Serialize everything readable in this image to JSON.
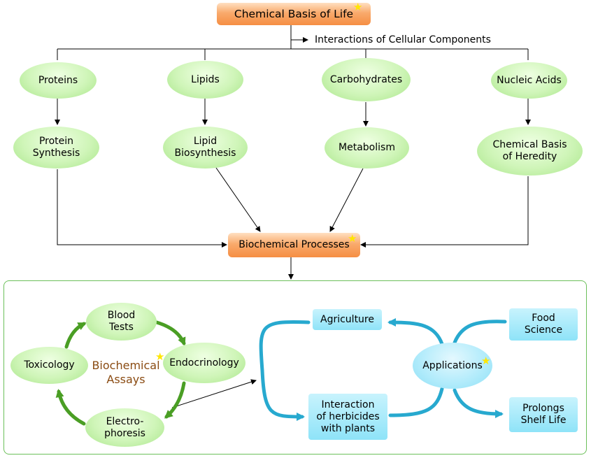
{
  "root": {
    "label": "Chemical Basis of Life",
    "link_label": "Interactions of Cellular Components"
  },
  "branches": [
    {
      "top": "Proteins",
      "bottom": "Protein\nSynthesis"
    },
    {
      "top": "Lipids",
      "bottom": "Lipid\nBiosynthesis"
    },
    {
      "top": "Carbohydrates",
      "bottom": "Metabolism"
    },
    {
      "top": "Nucleic Acids",
      "bottom": "Chemical Basis\nof Heredity"
    }
  ],
  "hub": {
    "label": "Biochemical Processes"
  },
  "assays": {
    "title": "Biochemical\nAssays",
    "items": {
      "blood": "Blood\nTests",
      "endo": "Endocrinology",
      "electro": "Electro-\nphoresis",
      "toxic": "Toxicology"
    }
  },
  "applications": {
    "label": "Applications",
    "items": {
      "agriculture": "Agriculture",
      "interaction": "Interaction\nof herbicides\nwith plants",
      "food": "Food\nScience",
      "prolongs": "Prolongs\nShelf Life"
    }
  },
  "colors": {
    "orange": "#f58e43",
    "green": "#a9e68a",
    "blue": "#8ee3f8",
    "cycle_arrow": "#4a9e24",
    "flow_arrow": "#27a9cf",
    "frame": "#6cc05a",
    "title_brown": "#8a4b12",
    "star": "#ffe600"
  },
  "icons": [
    "star-icon"
  ]
}
